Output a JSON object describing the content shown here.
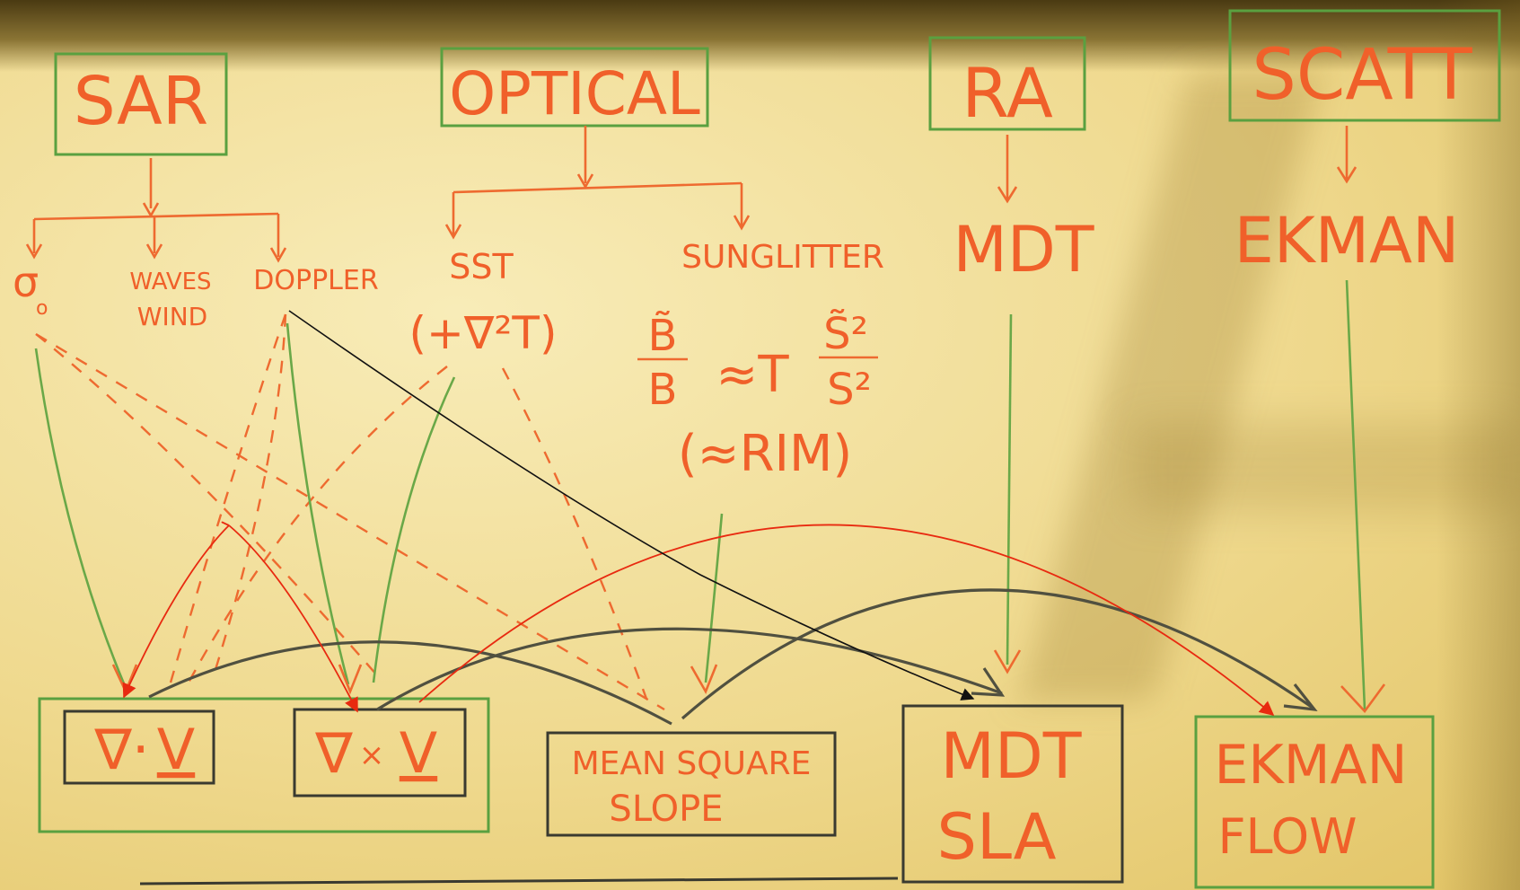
{
  "sources": {
    "sar": "SAR",
    "optical": "OPTICAL",
    "ra": "RA",
    "scatt": "SCATT"
  },
  "sar_children": {
    "sigma_symbol": "σ",
    "sigma_sub": "o",
    "waves": "WAVES",
    "wind": "WIND",
    "doppler": "DOPPLER"
  },
  "optical_children": {
    "sst": "SST",
    "sst_formula": "(+∇²T)",
    "sunglitter": "SUNGLITTER",
    "formula_b_tilde": "B̃",
    "formula_b": "B",
    "formula_t": "≈T",
    "formula_s_tilde": "S̃²",
    "formula_s": "S²",
    "rim": "(≈RIM)"
  },
  "ra_child": "MDT",
  "scatt_child": "EKMAN",
  "outputs": {
    "divergence_nabla": "∇·",
    "divergence_v": "V",
    "curl_nabla": "∇",
    "curl_x": "×",
    "curl_v": "V",
    "mss_line1": "MEAN SQUARE",
    "mss_line2": "SLOPE",
    "mdt_line1": "MDT",
    "mdt_line2": "SLA",
    "ekman_line1": "EKMAN",
    "ekman_line2": "FLOW"
  },
  "colors": {
    "ink_orange": "#f0602a",
    "ink_green": "#5aa040",
    "ink_dark": "#3a3a30",
    "arrow_red": "#e82a10",
    "arrow_black": "#111111",
    "board": "#f3e2a2"
  }
}
